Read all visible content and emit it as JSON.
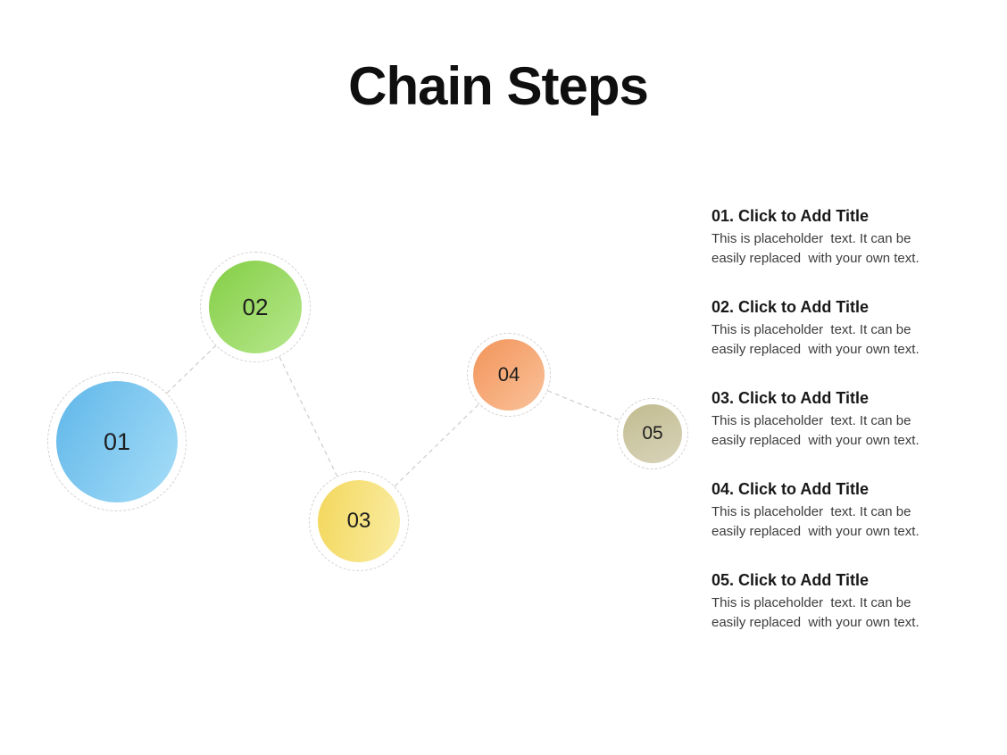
{
  "slide": {
    "title": "Chain Steps",
    "background": "#ffffff"
  },
  "diagram": {
    "connector_color": "#d2cbcb",
    "ring_color": "#d8d0d0",
    "number_color": "#1e1e1e",
    "steps": [
      {
        "label": "01",
        "color_top": "#5fb6e9",
        "color_bottom": "#a7def8"
      },
      {
        "label": "02",
        "color_top": "#84ce45",
        "color_bottom": "#b7e88e"
      },
      {
        "label": "03",
        "color_top": "#f3d75c",
        "color_bottom": "#faeda4"
      },
      {
        "label": "04",
        "color_top": "#f39459",
        "color_bottom": "#f9c29b"
      },
      {
        "label": "05",
        "color_top": "#c2bc90",
        "color_bottom": "#d8d3b9"
      }
    ]
  },
  "panel": {
    "items": [
      {
        "title": "01. Click to Add Title",
        "body": "This is placeholder  text. It can be\neasily replaced  with your own text."
      },
      {
        "title": "02. Click to Add Title",
        "body": "This is placeholder  text. It can be\neasily replaced  with your own text."
      },
      {
        "title": "03. Click to Add Title",
        "body": "This is placeholder  text. It can be\neasily replaced  with your own text."
      },
      {
        "title": "04. Click to Add Title",
        "body": "This is placeholder  text. It can be\neasily replaced  with your own text."
      },
      {
        "title": "05. Click to Add Title",
        "body": "This is placeholder  text. It can be\neasily replaced  with your own text."
      }
    ]
  }
}
